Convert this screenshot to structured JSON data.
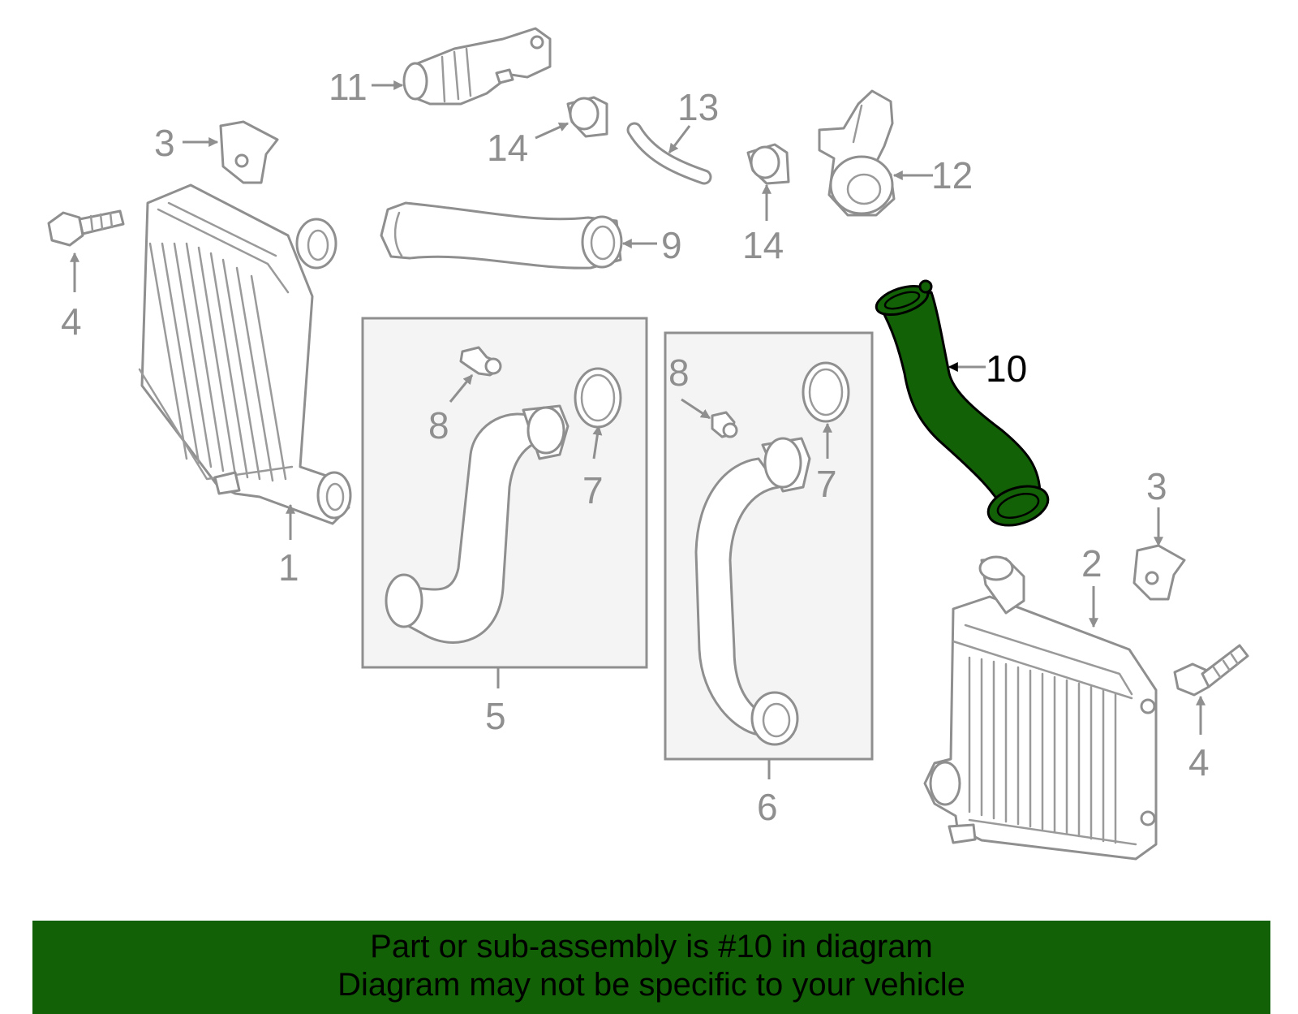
{
  "diagram": {
    "callouts": {
      "c1": "1",
      "c2": "2",
      "c3a": "3",
      "c3b": "3",
      "c4a": "4",
      "c4b": "4",
      "c5": "5",
      "c6": "6",
      "c7a": "7",
      "c7b": "7",
      "c8a": "8",
      "c8b": "8",
      "c9": "9",
      "c10": "10",
      "c11": "11",
      "c12": "12",
      "c13": "13",
      "c14a": "14",
      "c14b": "14"
    },
    "highlight_color": "#136107"
  },
  "banner": {
    "line1": "Part or sub-assembly is #10 in diagram",
    "line2": "Diagram may not be specific to your vehicle",
    "background": "#136107"
  }
}
